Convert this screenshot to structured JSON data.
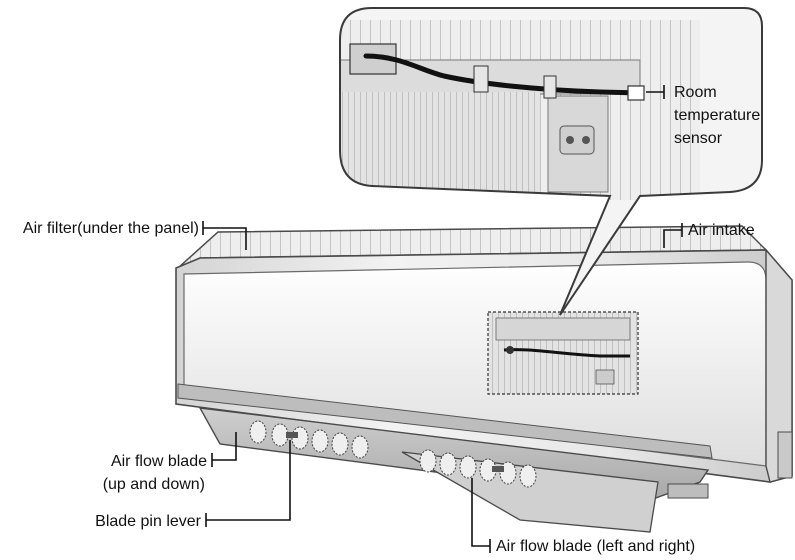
{
  "labels": {
    "room_sensor": [
      "Room",
      "temperature",
      "sensor"
    ],
    "air_filter": "Air filter(under the panel)",
    "air_intake": "Air intake",
    "air_flow_blade_ud": [
      "Air flow blade",
      "(up and down)"
    ],
    "blade_pin_lever": "Blade pin lever",
    "air_flow_blade_lr": "Air flow blade (left and right)"
  },
  "colors": {
    "unit_body": "#e6e6e6",
    "unit_shadow": "#b9b9b9",
    "outline": "#4a4a4a",
    "text": "#111111"
  }
}
